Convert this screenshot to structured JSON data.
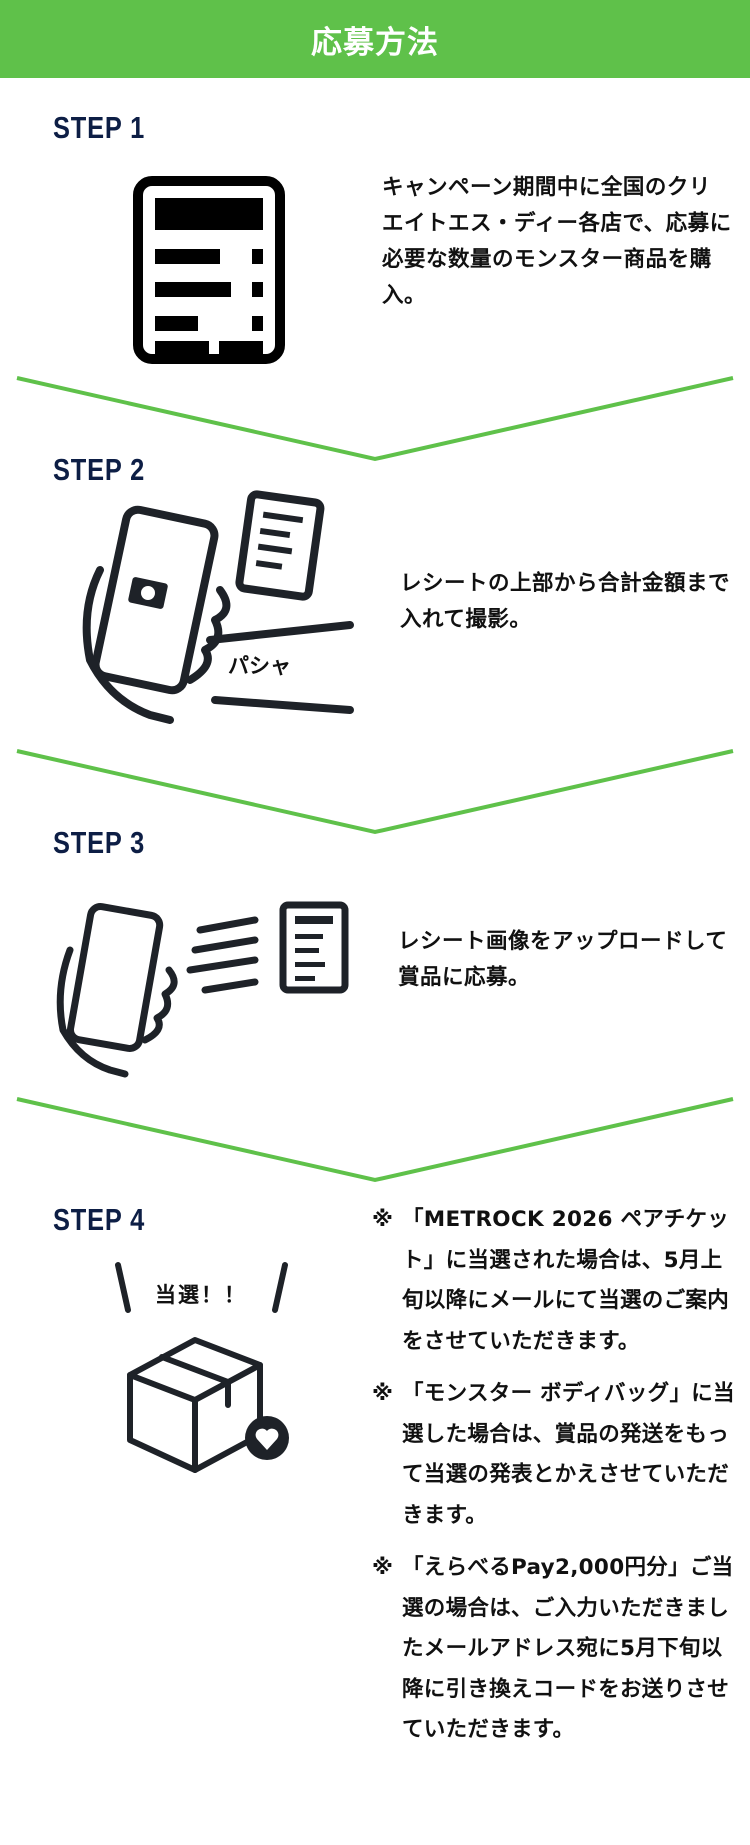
{
  "header": {
    "title": "応募方法"
  },
  "colors": {
    "accent": "#5fc14a",
    "step_label": "#0d1e45",
    "icon": "#1e2228"
  },
  "steps": [
    {
      "label": "STEP 1",
      "text": "キャンペーン期間中に全国のクリエイトエス・ディー各店で、応募に必要な数量のモンスター商品を購入。",
      "icon": "receipt-icon"
    },
    {
      "label": "STEP 2",
      "text": "レシートの上部から合計金額まで入れて撮影。",
      "icon": "phone-camera-receipt-icon",
      "sound": "パシャ"
    },
    {
      "label": "STEP 3",
      "text": "レシート画像をアップロードして賞品に応募。",
      "icon": "phone-upload-receipt-icon"
    },
    {
      "label": "STEP 4",
      "icon": "gift-box-heart-icon",
      "badge": "当選！！",
      "notes": [
        {
          "mark": "※",
          "text": "「METROCK 2026 ペアチケット」に当選された場合は、5月上旬以降にメールにて当選のご案内をさせていただきます。"
        },
        {
          "mark": "※",
          "text": "「モンスター ボディバッグ」に当選した場合は、賞品の発送をもって当選の発表とかえさせていただきます。"
        },
        {
          "mark": "※",
          "text": "「えらべるPay2,000円分」ご当選の場合は、ご入力いただきましたメールアドレス宛に5月下旬以降に引き換えコードをお送りさせていただきます。"
        }
      ]
    }
  ]
}
